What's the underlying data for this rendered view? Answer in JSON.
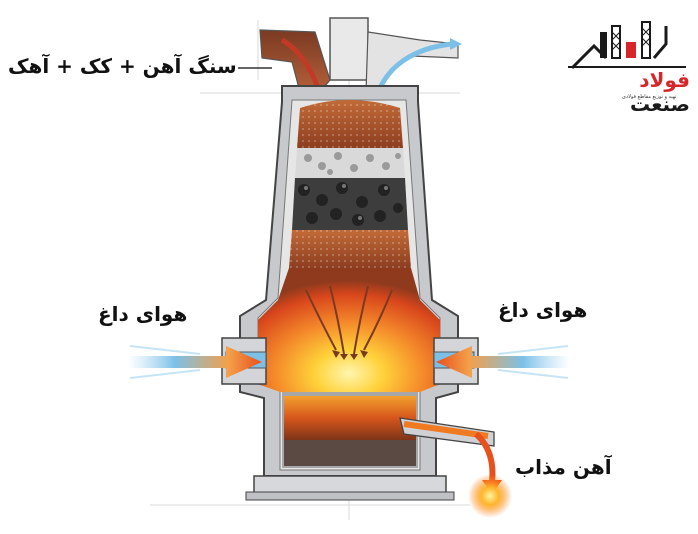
{
  "labels": {
    "input": "سنگ آهن + کک + آهک",
    "hot_air_left": "هوای داغ",
    "hot_air_right": "هوای داغ",
    "molten_iron": "آهن مذاب"
  },
  "logo": {
    "word_steel": "فولاد",
    "word_industry": "صنعت",
    "tagline": "تهیه و توزیع مقاطع فولادی"
  },
  "colors": {
    "steel_shell": "#c7c9cc",
    "refractory": "#e6e6e6",
    "iron_ore": "#a5502a",
    "limestone": "#d9d9d9",
    "coke": "#3d3d3d",
    "flame_core": "#ffd23a",
    "flame_outer": "#e8561c",
    "cold_air": "#7cc0e8",
    "hot_air": "#f06a2a",
    "logo_red": "#d6262a",
    "label_text": "#111111"
  }
}
